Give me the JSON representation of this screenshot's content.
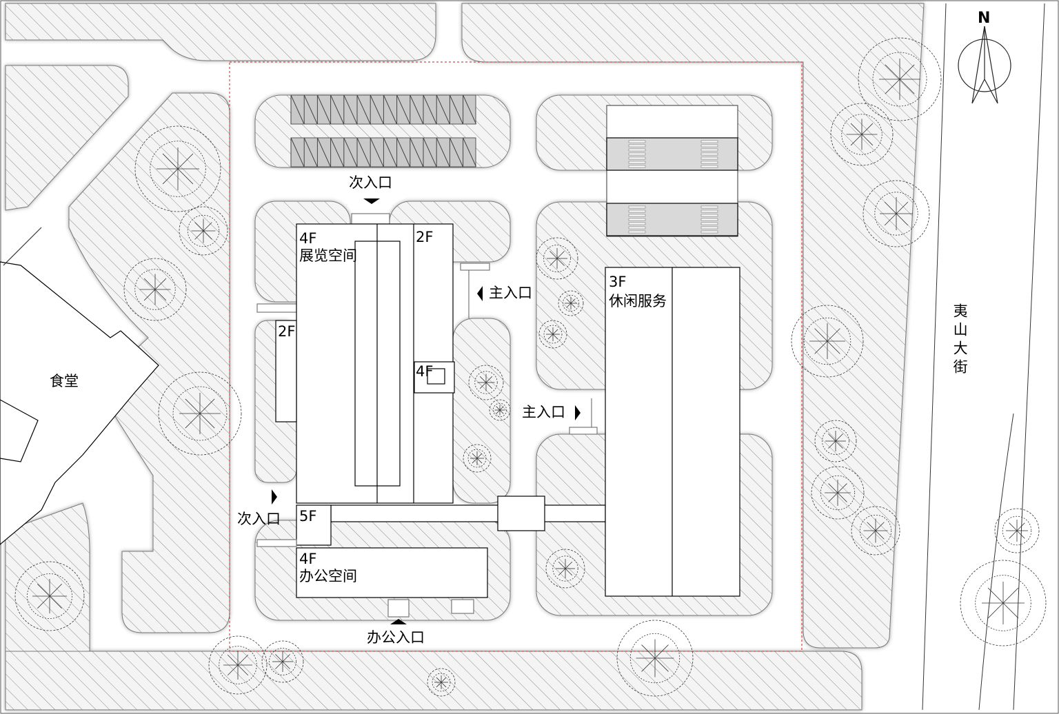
{
  "title": "场地总平面图",
  "north_label": "N",
  "colors": {
    "hatch": "#9a9a9a",
    "boundary": "#e04040",
    "paving": "#d9d9d9"
  },
  "buildings": {
    "exhibition": {
      "floors": "4F",
      "name": "展览空间"
    },
    "exhibition_east_wing": {
      "floors": "2F"
    },
    "exhibition_west_wing": {
      "floors": "2F"
    },
    "tower": {
      "floors": "4F"
    },
    "link": {
      "floors": "5F"
    },
    "office": {
      "floors": "4F",
      "name": "办公空间"
    },
    "service": {
      "floors": "3F",
      "name": "休闲服务"
    },
    "canteen": {
      "name": "食堂"
    }
  },
  "entrances": {
    "north_secondary": "次入口",
    "east_main_1": "主入口",
    "east_main_2": "主入口",
    "west_secondary": "次入口",
    "office": "办公入口"
  },
  "street": "夷山大街"
}
